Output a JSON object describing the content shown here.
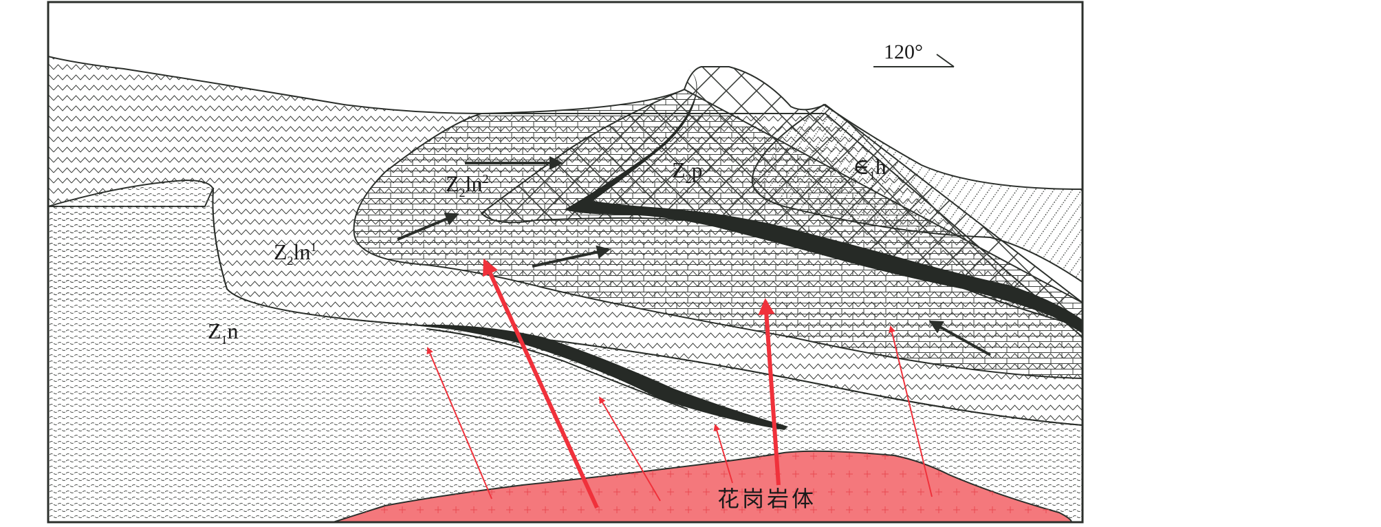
{
  "figure": {
    "orientation": {
      "azimuth_label": "120°"
    },
    "units": {
      "z1n": {
        "main": "Z",
        "sub": "1",
        "tail": "n"
      },
      "z2ln1": {
        "main": "Z",
        "sub": "2",
        "tail": "ln",
        "sup": "1"
      },
      "z2ln2": {
        "main": "Z",
        "sub": "2",
        "tail": "ln",
        "sup": "2"
      },
      "z2p": {
        "main": "Z",
        "sub": "2",
        "tail": "p"
      },
      "e1h": {
        "main": "∈",
        "sub": "1",
        "tail": "h"
      }
    },
    "intrusion": {
      "label": "花岗岩体",
      "fill_color": "#f4787c"
    },
    "colors": {
      "frame": "#2b2f2b",
      "ore_body": "#262a26",
      "ore_fluid_arrow": "#f0313b",
      "migration_arrow": "#2b2f2b"
    }
  }
}
